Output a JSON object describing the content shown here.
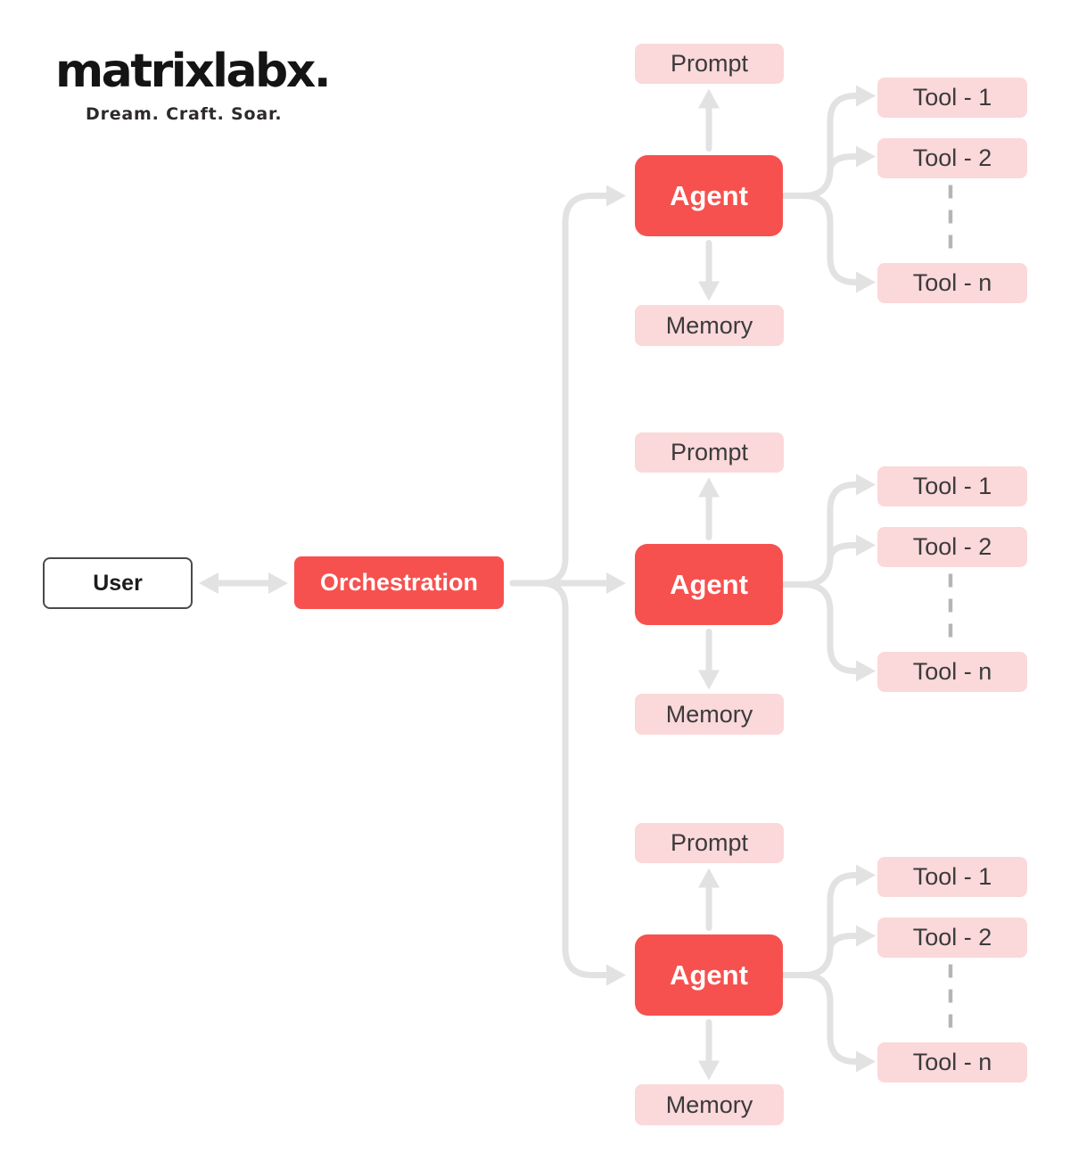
{
  "brand": {
    "logo_text": "matrixlabx.",
    "tagline": "Dream. Craft. Soar."
  },
  "nodes": {
    "user": {
      "label": "User"
    },
    "orchestration": {
      "label": "Orchestration"
    }
  },
  "clusters": [
    {
      "prompt_label": "Prompt",
      "agent_label": "Agent",
      "memory_label": "Memory",
      "tools": [
        {
          "label": "Tool - 1"
        },
        {
          "label": "Tool - 2"
        },
        {
          "label": "Tool - n"
        }
      ]
    },
    {
      "prompt_label": "Prompt",
      "agent_label": "Agent",
      "memory_label": "Memory",
      "tools": [
        {
          "label": "Tool - 1"
        },
        {
          "label": "Tool - 2"
        },
        {
          "label": "Tool - n"
        }
      ]
    },
    {
      "prompt_label": "Prompt",
      "agent_label": "Agent",
      "memory_label": "Memory",
      "tools": [
        {
          "label": "Tool - 1"
        },
        {
          "label": "Tool - 2"
        },
        {
          "label": "Tool - n"
        }
      ]
    }
  ],
  "colors": {
    "accent_red": "#F6514F",
    "pink": "#FBD8DA",
    "connector": "#E2E2E2",
    "dash": "#B8B4B4",
    "text_dark": "#3B3B3B"
  }
}
